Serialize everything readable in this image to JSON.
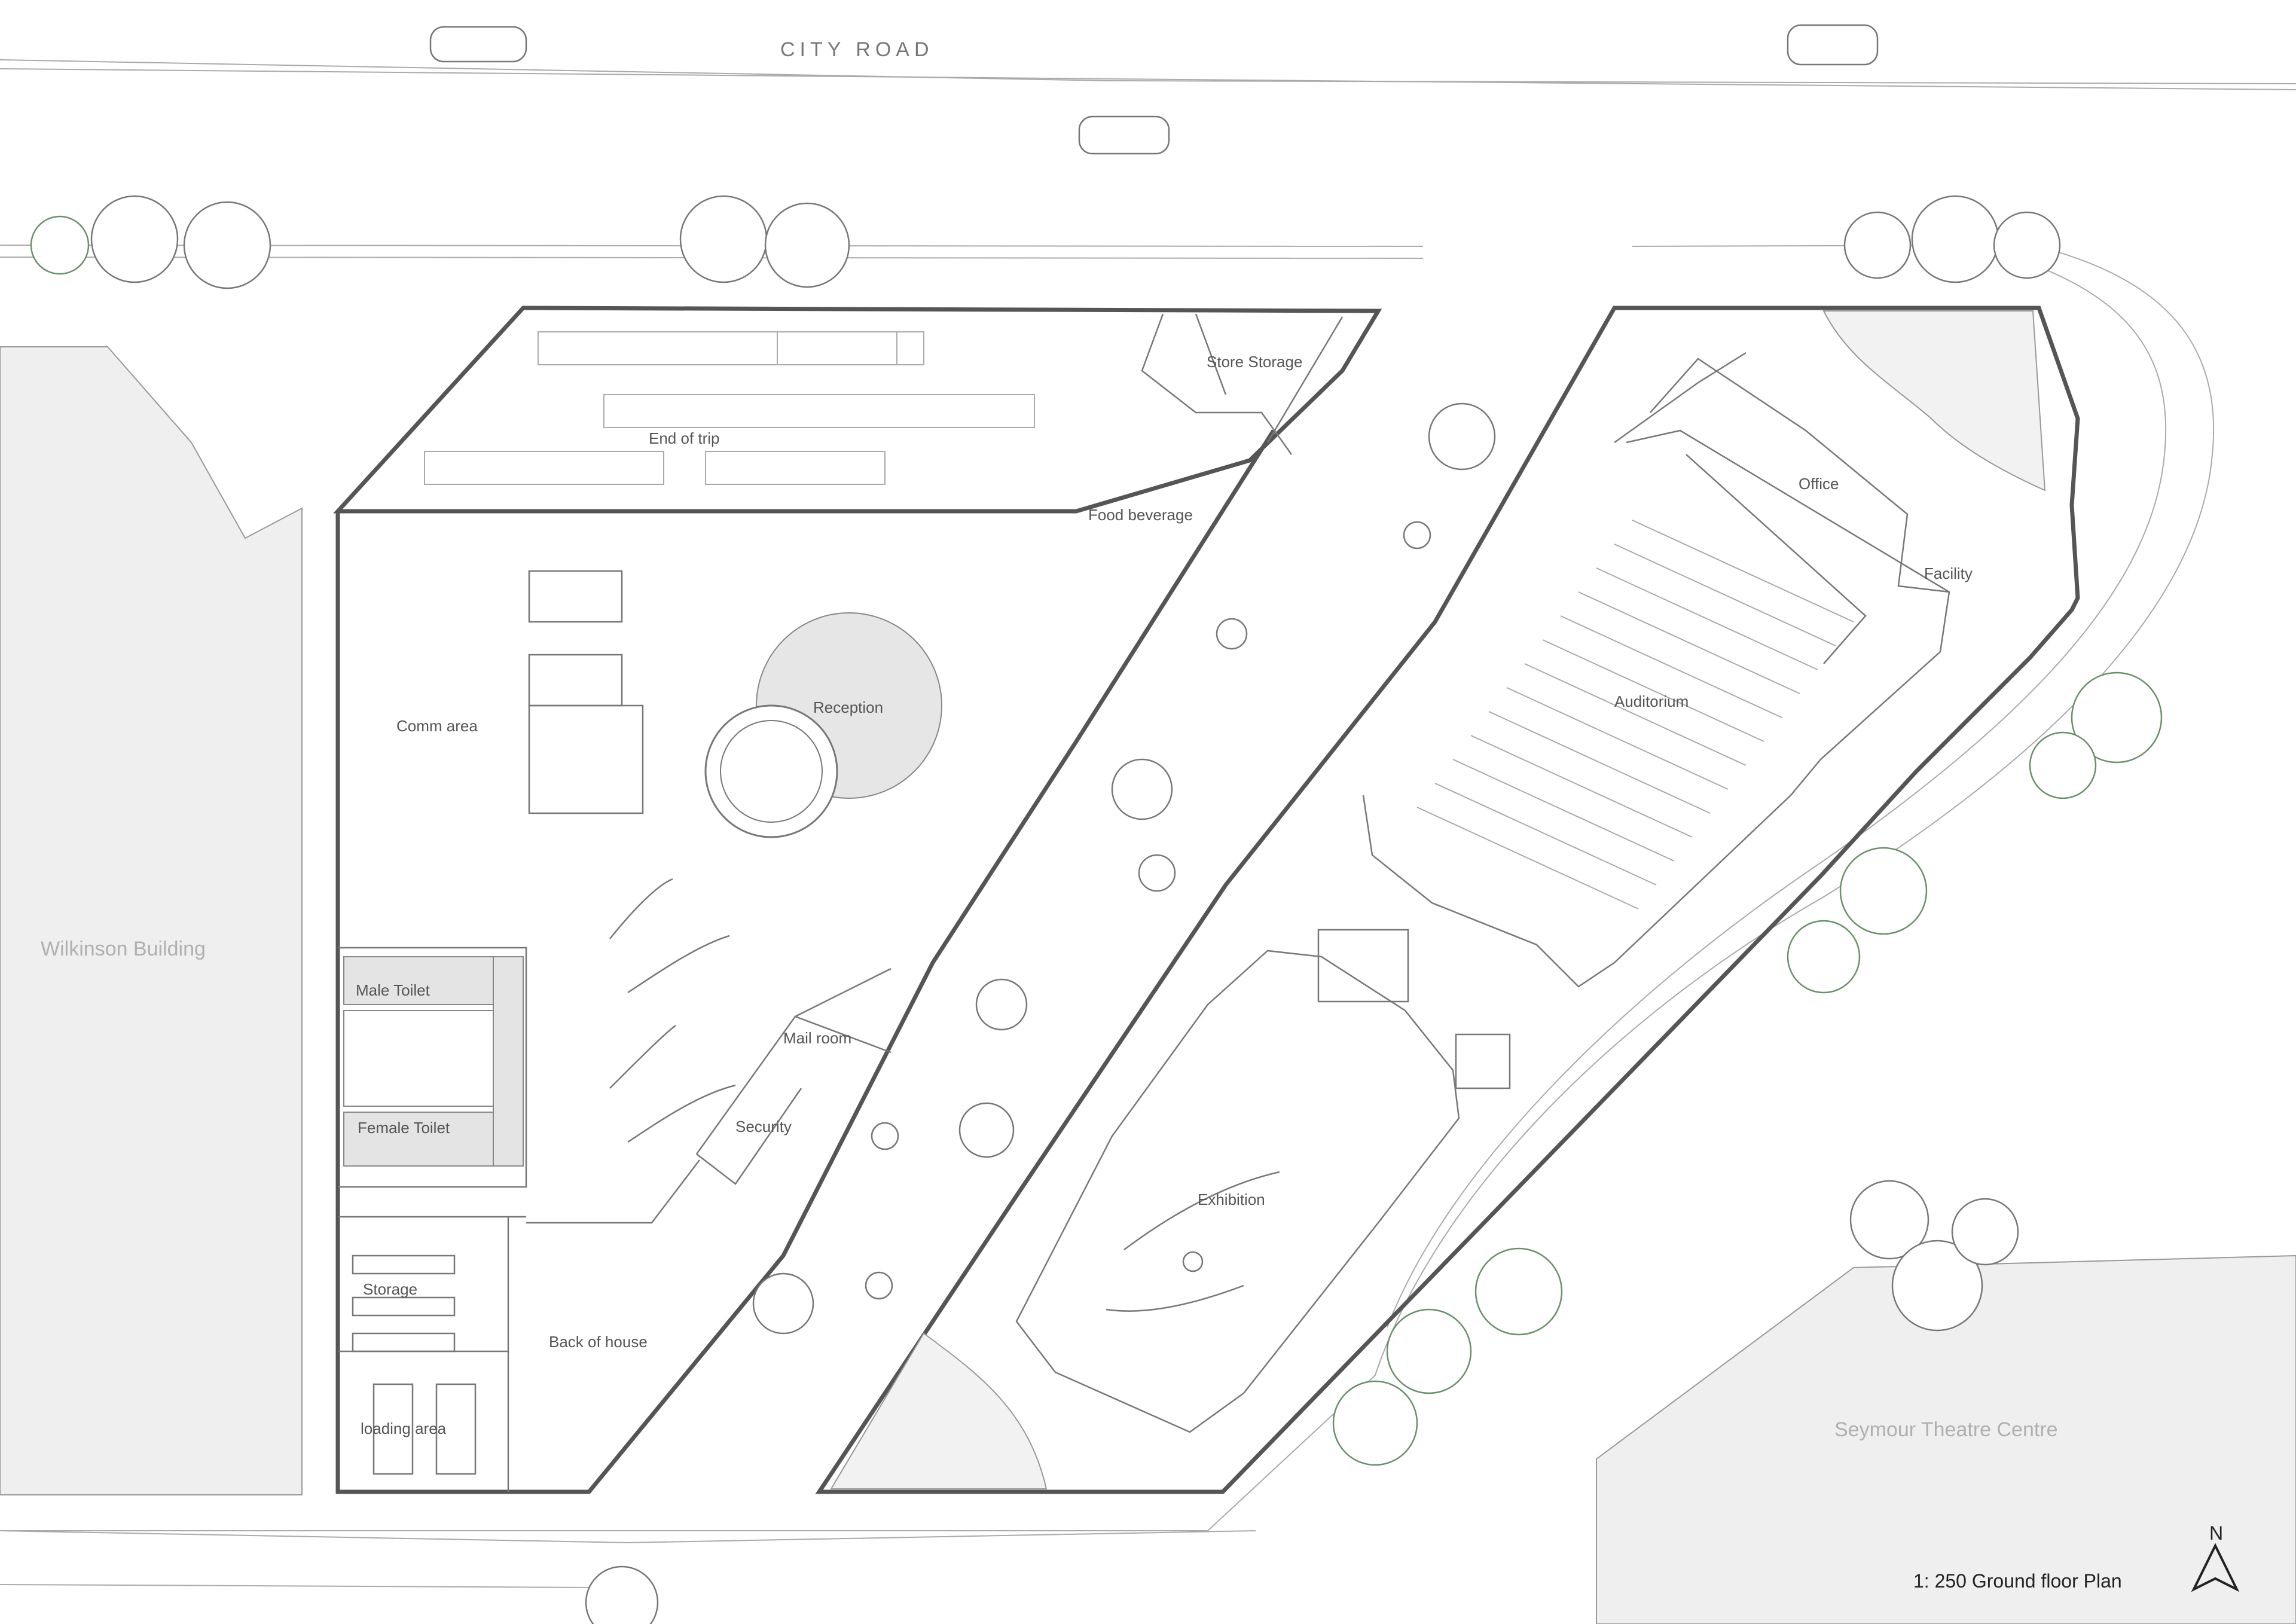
{
  "plan": {
    "title": "1:  250 Ground floor Plan",
    "north_label": "N",
    "roads": {
      "city_road": "CITY ROAD"
    },
    "neighbours": {
      "west": "Wilkinson Building",
      "south_east": "Seymour Theatre Centre"
    },
    "rooms": {
      "store_storage": "Store Storage",
      "end_of_trip": "End of trip",
      "food_beverage": "Food beverage",
      "comm_area": "Comm area",
      "reception": "Reception",
      "male_toilet": "Male Toilet",
      "female_toilet": "Female Toilet",
      "mail_room": "Mail room",
      "security": "Security",
      "storage": "Storage",
      "back_of_house": "Back of house",
      "loading_area": "loading area",
      "office": "Office",
      "facility": "Facility",
      "auditorium": "Auditorium",
      "exhibition": "Exhibition"
    },
    "colors": {
      "wall": "#555555",
      "neighbour_fill": "#efefef",
      "planting": "#6a8f6a"
    }
  }
}
